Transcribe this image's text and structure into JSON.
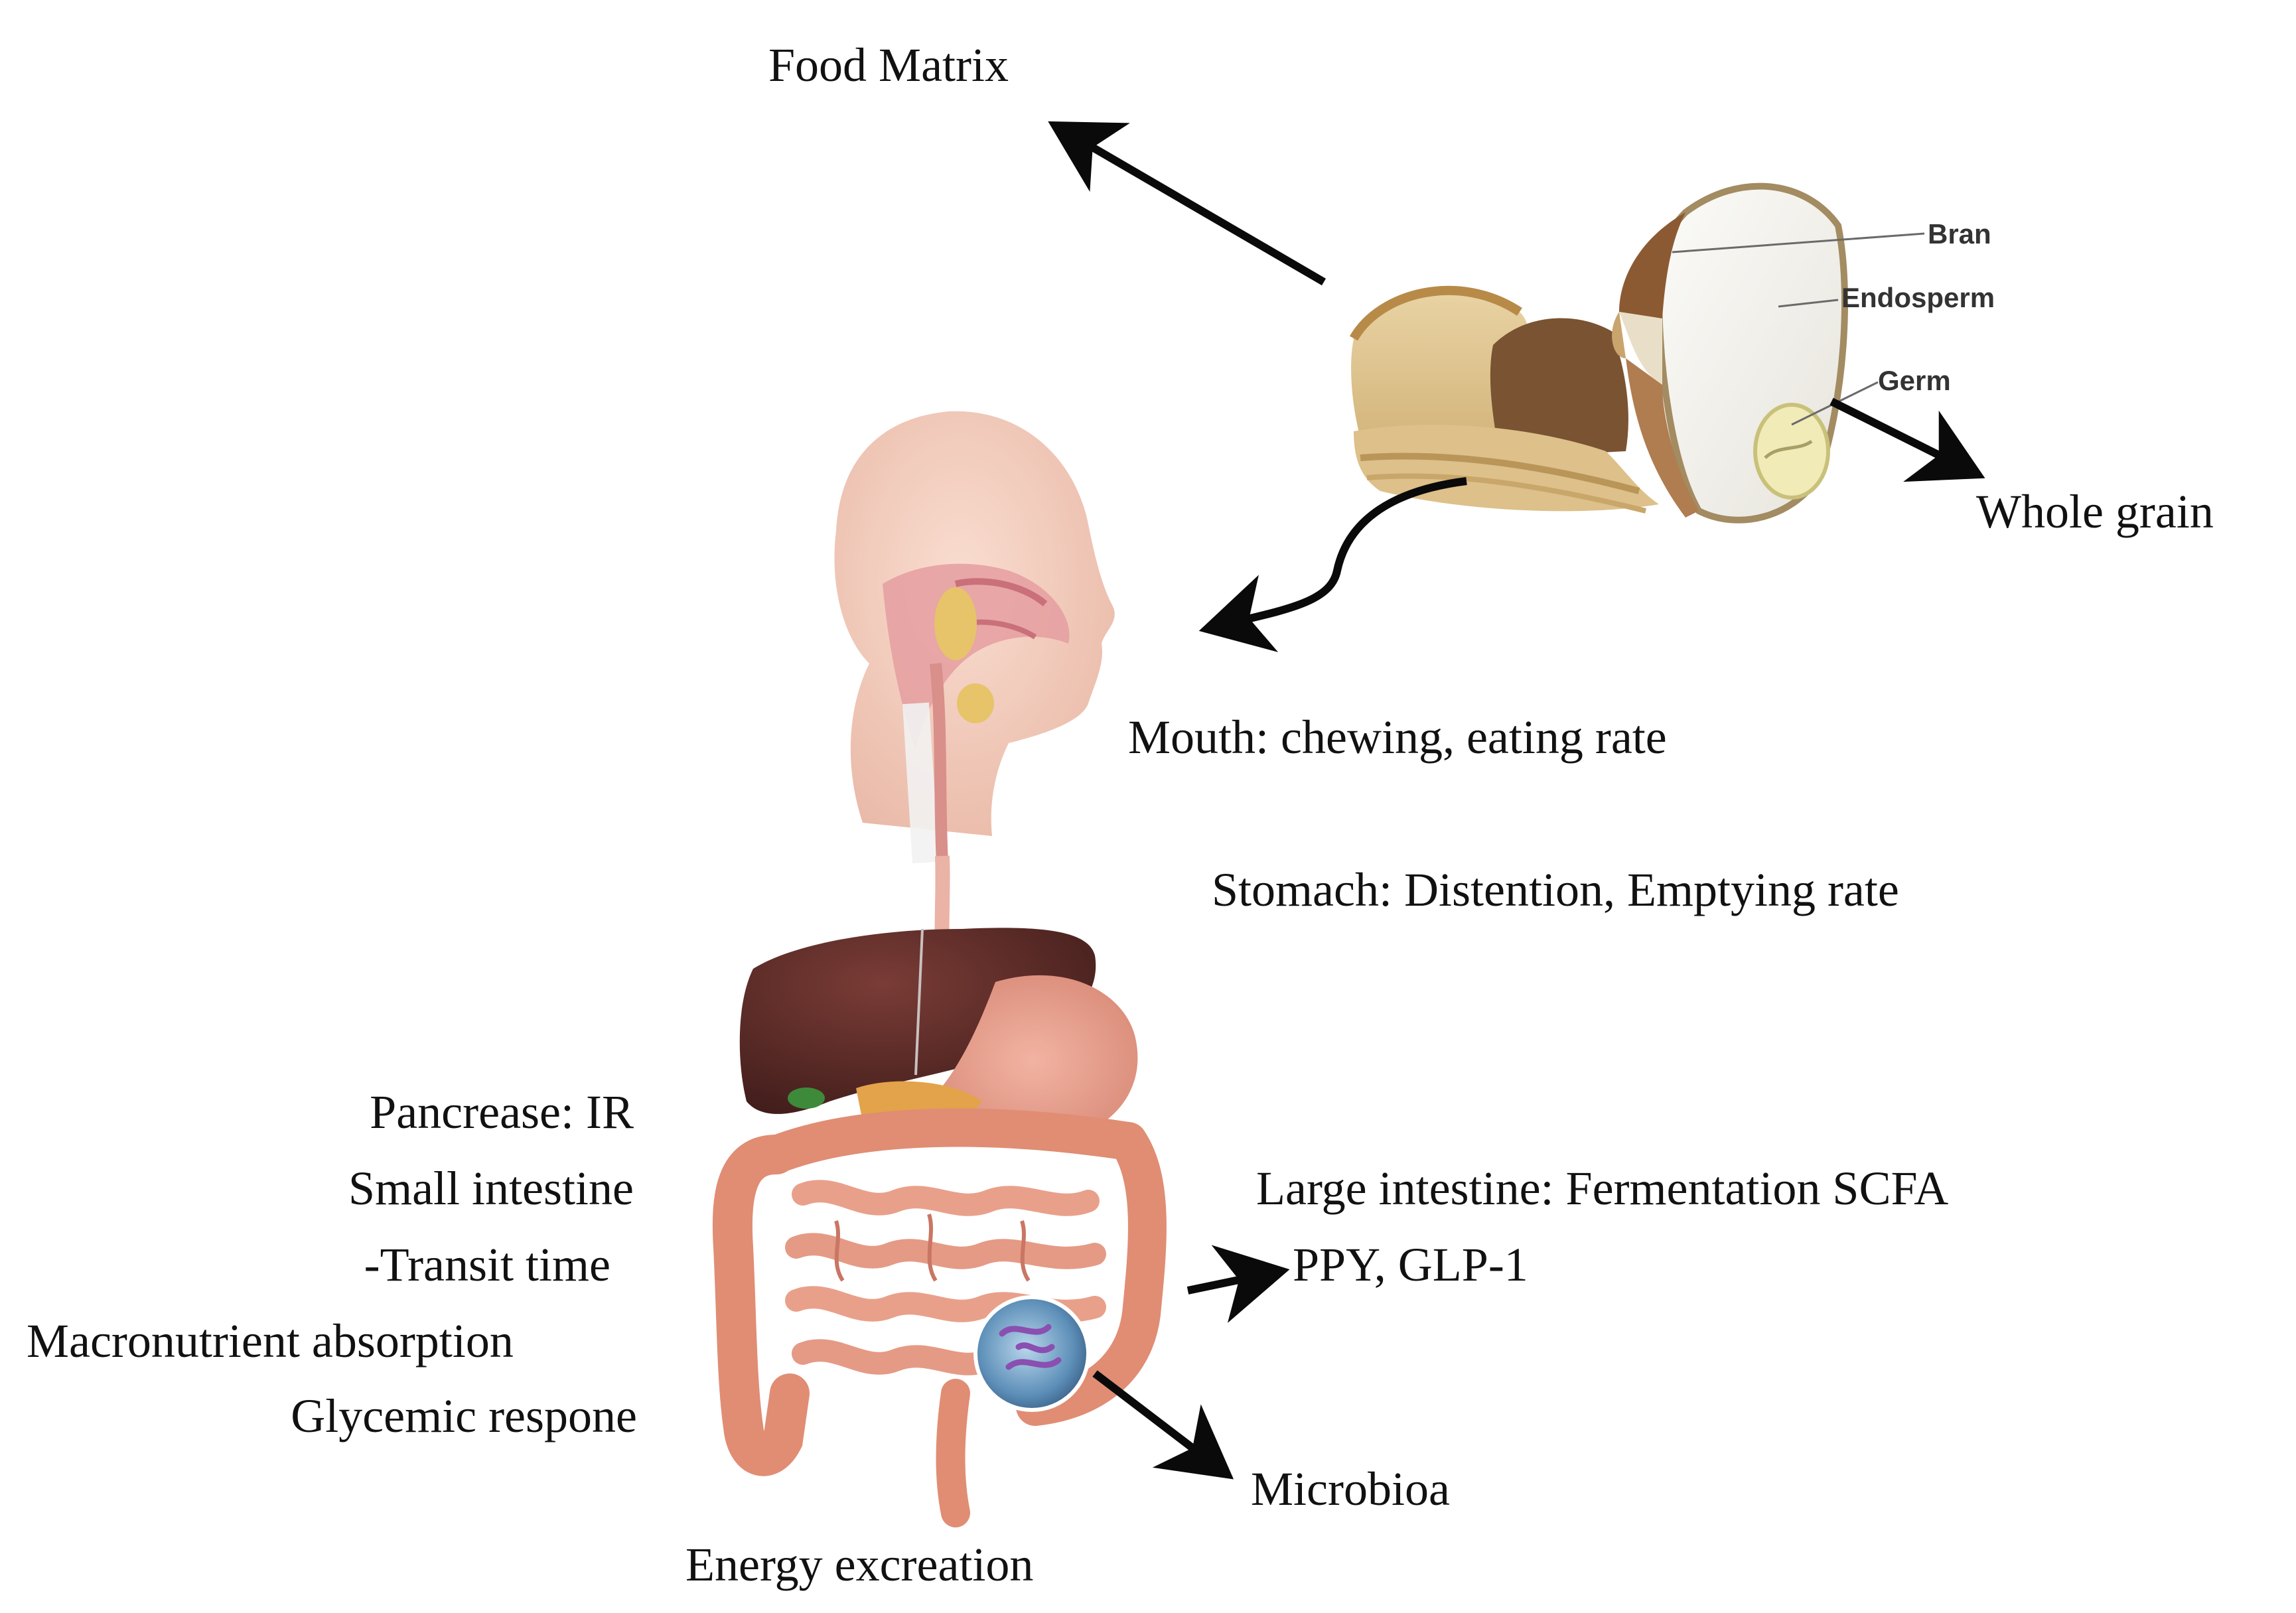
{
  "labels": {
    "food_matrix": "Food Matrix",
    "whole_grain": "Whole grain",
    "mouth": "Mouth: chewing, eating rate",
    "stomach": "Stomach: Distention, Emptying rate",
    "pancreas": "Pancrease: IR",
    "small_intestine": "Small intestine",
    "transit_time": "-Transit time",
    "macronutrient": "Macronutrient absorption",
    "glycemic": "Glycemic respone",
    "large_intestine": "Large intestine: Fermentation  SCFA",
    "ppy_glp": "PPY, GLP-1",
    "microbiota": "Microbioa",
    "energy_excretion": "Energy excreation"
  },
  "grain_labels": {
    "bran": "Bran",
    "endosperm": "Endosperm",
    "germ": "Germ"
  },
  "colors": {
    "arrow": "#0a0a0a",
    "skin": "#f3c9b8",
    "liver": "#5a2b28",
    "intestine": "#e4957a",
    "bread_crust": "#c9a15f",
    "bread_brown": "#7a5332"
  }
}
